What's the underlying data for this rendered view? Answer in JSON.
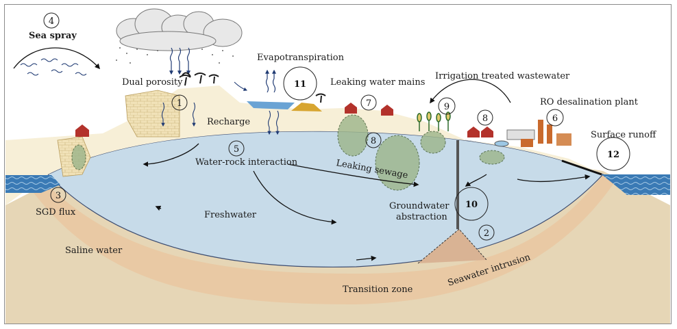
{
  "labels": {
    "sea_spray": "Sea spray",
    "dual_porosity": "Dual porosity",
    "evapotranspiration": "Evapotranspiration",
    "leaking_water_mains": "Leaking water mains",
    "irrigation": "Irrigation treated wastewater",
    "ro_plant": "RO desalination plant",
    "surface_runoff": "Surface runoff",
    "recharge": "Recharge",
    "water_rock": "Water-rock interaction",
    "leaking_sewage": "Leaking sewage",
    "groundwater_abstraction_1": "Groundwater",
    "groundwater_abstraction_2": "abstraction",
    "freshwater": "Freshwater",
    "sgd_flux": "SGD flux",
    "saline_water": "Saline water",
    "seawater_intrusion": "Seawater intrusion",
    "transition_zone": "Transition zone"
  },
  "numbers": {
    "n1": "1",
    "n2": "2",
    "n3": "3",
    "n4": "4",
    "n5": "5",
    "n6": "6",
    "n7": "7",
    "n8a": "8",
    "n8b": "8",
    "n9": "9",
    "n10": "10",
    "n11": "11",
    "n12": "12"
  },
  "colors": {
    "sea": "#2f6fa8",
    "aquifer": "#c9dbe8",
    "ground": "#f3e6c8",
    "transition": "#e8c9a6",
    "saline": "#e3d3b2",
    "plume": "#9bb488"
  }
}
